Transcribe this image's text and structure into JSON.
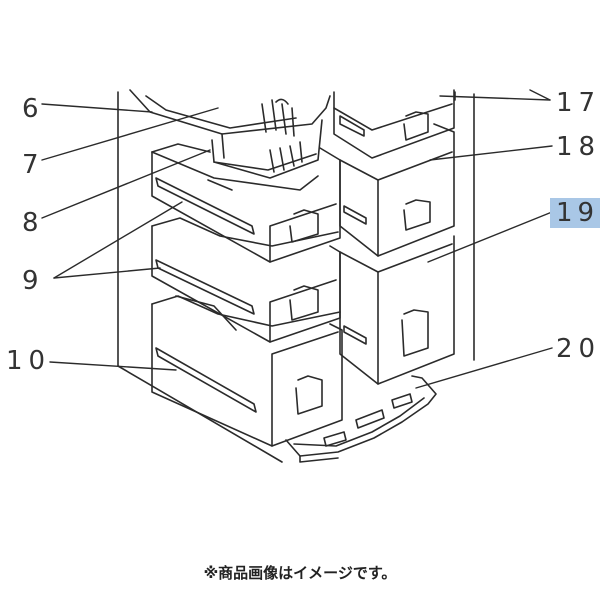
{
  "labels": {
    "l6": "6",
    "l7": "7",
    "l8": "8",
    "l9": "9",
    "l10": "10",
    "l17": "17",
    "l18": "18",
    "l19": "19",
    "l20": "20"
  },
  "highlighted_label": "19",
  "colors": {
    "line": "#2b2b2b",
    "text": "#333333",
    "highlight": "#a9c7e6",
    "background": "#ffffff"
  },
  "footnote": "※商品画像はイメージです。"
}
